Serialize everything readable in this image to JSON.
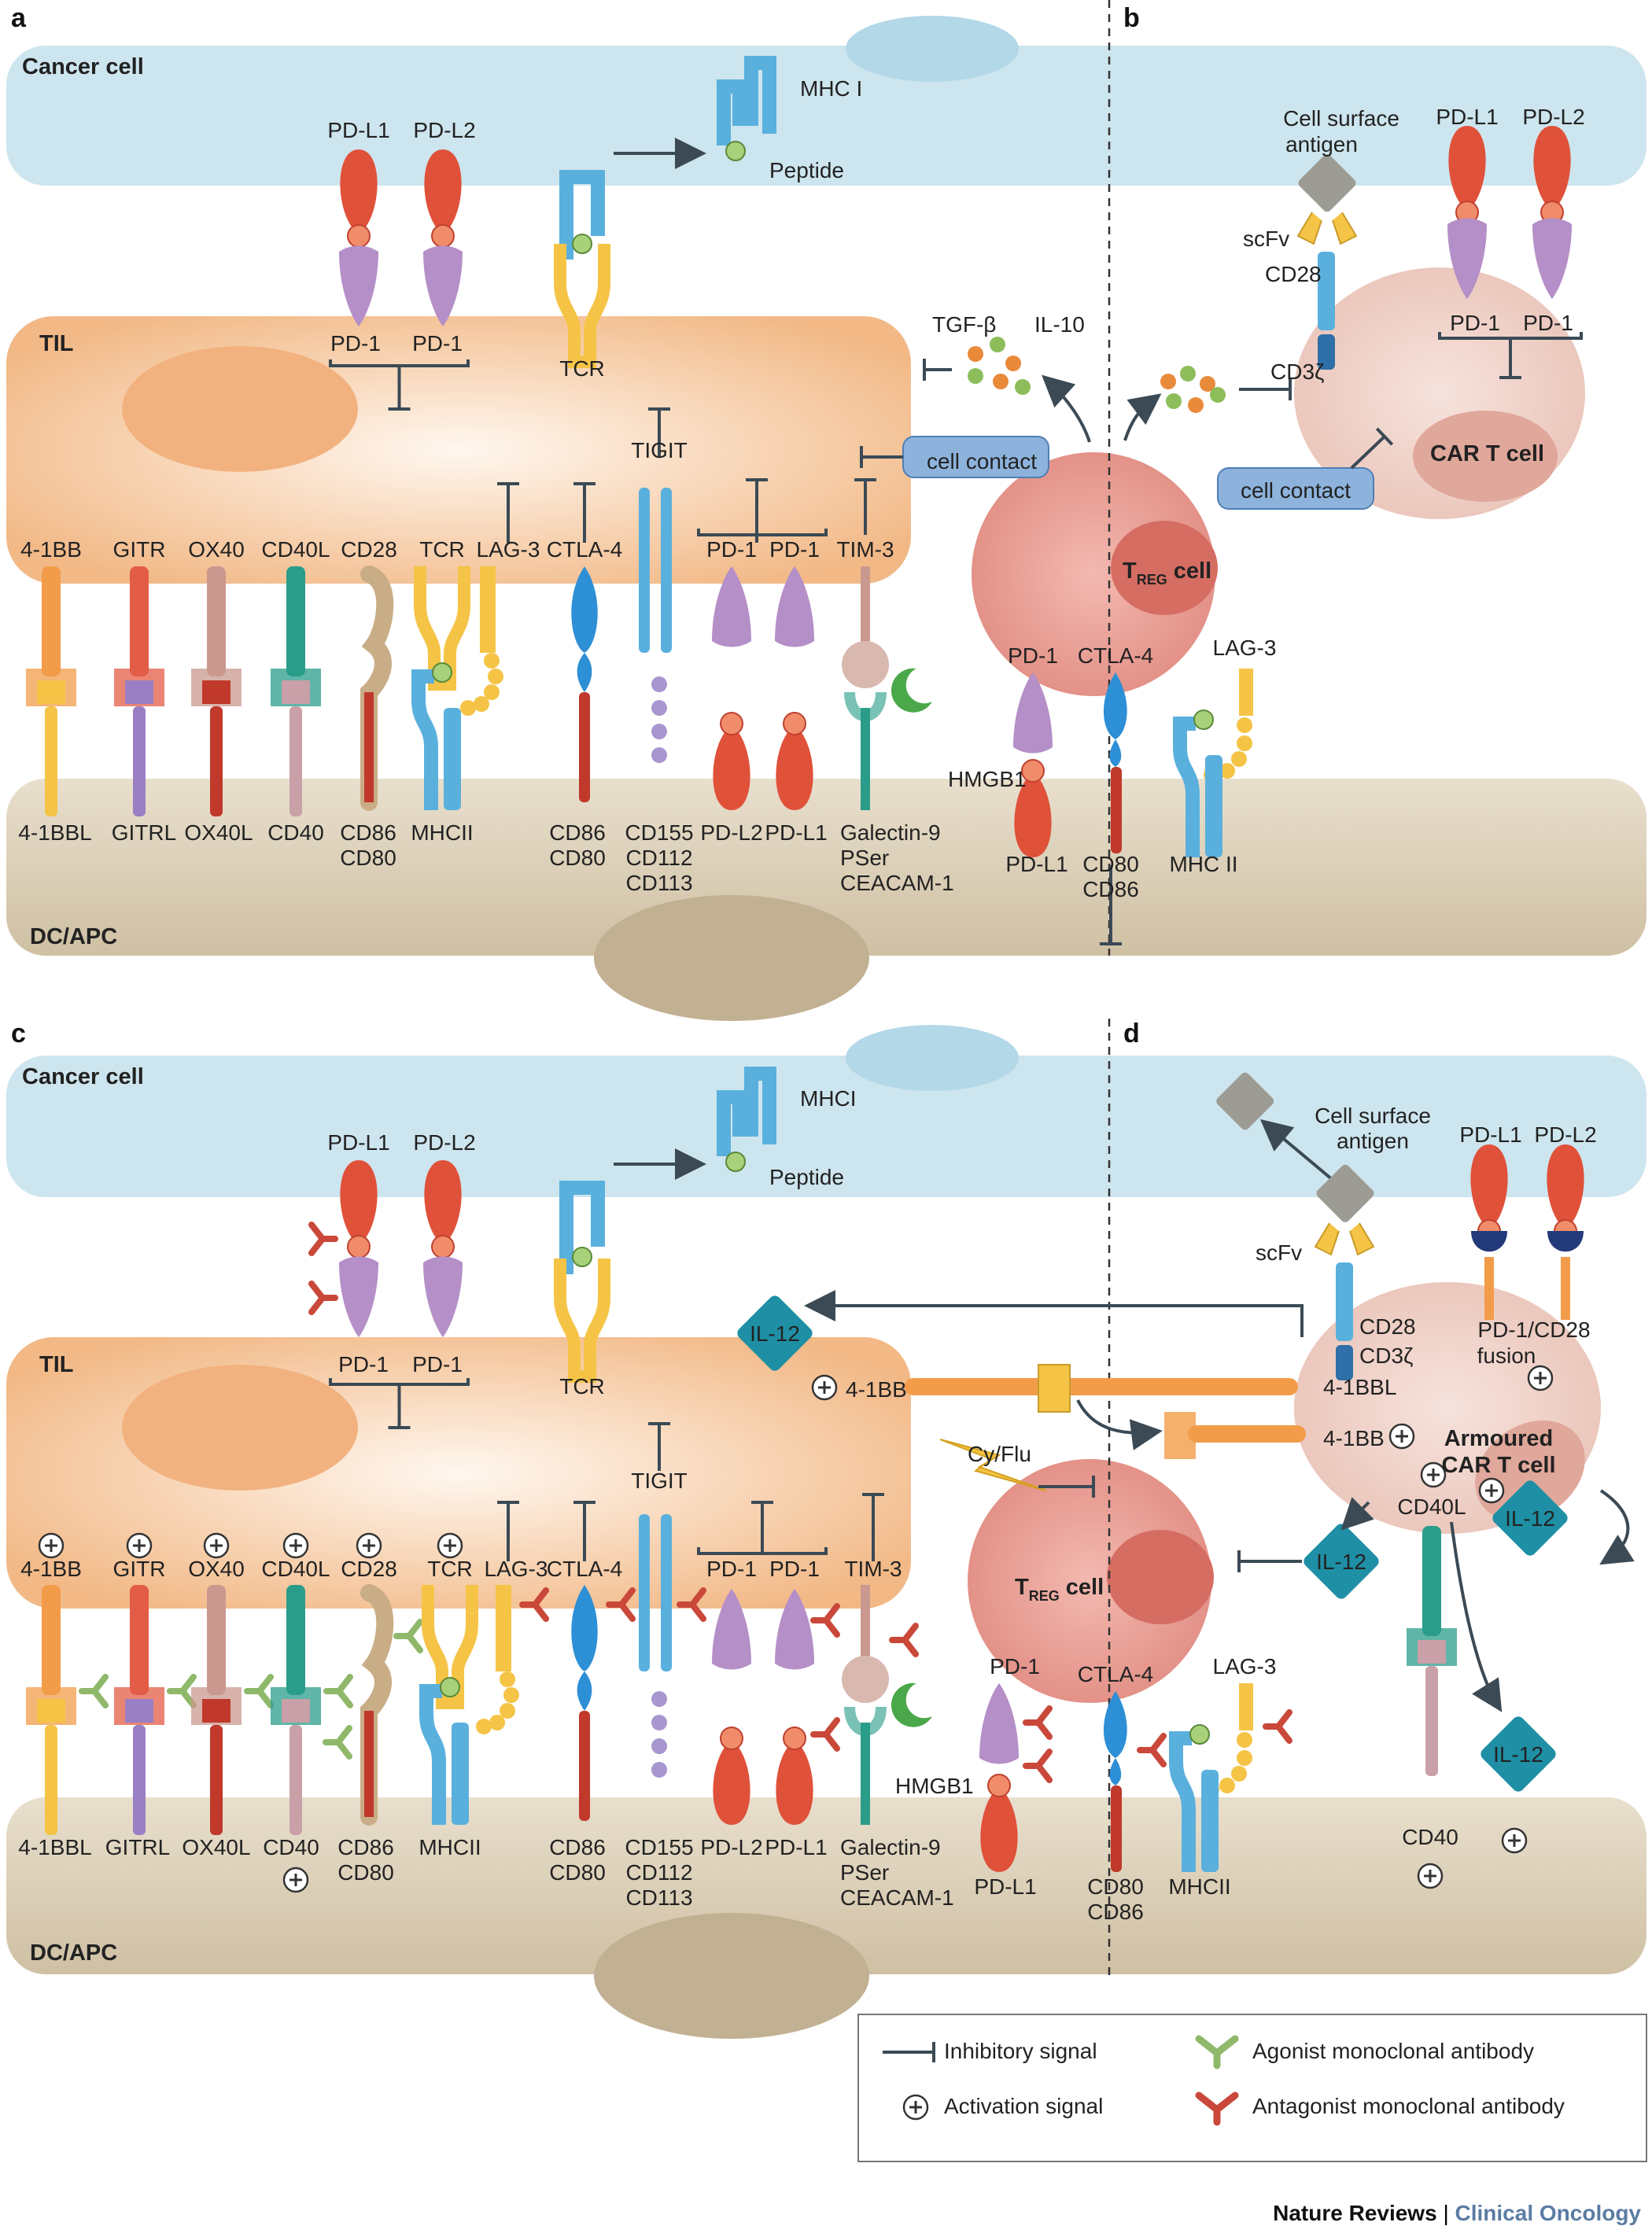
{
  "panels": {
    "a": "a",
    "b": "b",
    "c": "c",
    "d": "d"
  },
  "cells": {
    "cancer": "Cancer cell",
    "til": "TIL",
    "dc": "DC/APC",
    "treg_main": "T",
    "treg_sub": "REG",
    "treg_rest": " cell",
    "car": "CAR T cell",
    "armoured1": "Armoured",
    "armoured2": "CAR T cell"
  },
  "panel_a": {
    "pdl1": "PD-L1",
    "pdl2": "PD-L2",
    "mhc1": "MHC I",
    "peptide": "Peptide",
    "tcr": "TCR",
    "pd1a": "PD-1",
    "pd1b": "PD-1",
    "tgf": "TGF-β",
    "il10": "IL-10",
    "cellcontact": "cell contact",
    "top_labels": [
      "4-1BB",
      "GITR",
      "OX40",
      "CD40L",
      "CD28",
      "TCR",
      "LAG-3",
      "CTLA-4",
      "TIGIT",
      "PD-1",
      "PD-1",
      "TIM-3"
    ],
    "bottom_labels": [
      "4-1BBL",
      "GITRL",
      "OX40L",
      "CD40",
      "CD86",
      "CD80",
      "MHCII",
      "CD86",
      "CD80",
      "CD155",
      "CD112",
      "CD113",
      "PD-L2",
      "PD-L1",
      "Galectin-9",
      "PSer",
      "CEACAM-1"
    ],
    "hmgb1": "HMGB1",
    "treg_pd1": "PD-1",
    "treg_ctla4": "CTLA-4",
    "treg_lag3": "LAG-3",
    "treg_pdl1": "PD-L1",
    "treg_cd80": "CD80",
    "treg_cd86": "CD86",
    "treg_mhc": "MHC II"
  },
  "panel_b": {
    "antigen1": "Cell surface",
    "antigen2": "antigen",
    "scfv": "scFv",
    "cd28": "CD28",
    "cd3z": "CD3ζ",
    "pdl1": "PD-L1",
    "pdl2": "PD-L2",
    "pd1a": "PD-1",
    "pd1b": "PD-1",
    "cellcontact": "cell contact"
  },
  "panel_c": {
    "pdl1": "PD-L1",
    "pdl2": "PD-L2",
    "mhc1": "MHCI",
    "peptide": "Peptide",
    "tcr": "TCR",
    "pd1a": "PD-1",
    "pd1b": "PD-1",
    "il12": "IL-12",
    "bb": "4-1BB",
    "cyflu": "Cy/Flu",
    "top_labels": [
      "4-1BB",
      "GITR",
      "OX40",
      "CD40L",
      "CD28",
      "TCR",
      "LAG-3",
      "CTLA-4",
      "TIGIT",
      "PD-1",
      "PD-1",
      "TIM-3"
    ],
    "bottom_labels": [
      "4-1BBL",
      "GITRL",
      "OX40L",
      "CD40",
      "CD86",
      "CD80",
      "MHCII",
      "CD86",
      "CD80",
      "CD155",
      "CD112",
      "CD113",
      "PD-L2",
      "PD-L1",
      "Galectin-9",
      "PSer",
      "CEACAM-1"
    ],
    "hmgb1": "HMGB1",
    "treg_pd1": "PD-1",
    "treg_ctla4": "CTLA-4",
    "treg_lag3": "LAG-3",
    "treg_pdl1": "PD-L1",
    "treg_cd80": "CD80",
    "treg_cd86": "CD86",
    "treg_mhc": "MHCII"
  },
  "panel_d": {
    "antigen1": "Cell surface",
    "antigen2": "antigen",
    "scfv": "scFv",
    "cd28": "CD28",
    "cd3z": "CD3ζ",
    "pdl1": "PD-L1",
    "pdl2": "PD-L2",
    "fusion1": "PD-1/CD28",
    "fusion2": "fusion",
    "bbl": "4-1BBL",
    "bb": "4-1BB",
    "cd40l": "CD40L",
    "cd40": "CD40",
    "il12": "IL-12"
  },
  "legend": {
    "inhibitory": "Inhibitory signal",
    "activation": "Activation signal",
    "agonist": "Agonist monoclonal antibody",
    "antagonist": "Antagonist monoclonal antibody"
  },
  "credit": {
    "journal": "Nature Reviews",
    "sep": " | ",
    "section": "Clinical Oncology"
  },
  "colors": {
    "cancer": "#cfe6ee",
    "til": "#f6c79c",
    "dc": "#d9ccb4",
    "treg": "#e79a90",
    "pdl": "#e0513a",
    "pd1": "#b58fc8",
    "tcr": "#f5c446",
    "mhc": "#5ab0dd",
    "agonist": "#8fb86b",
    "antagonist": "#c9483a",
    "il12": "#1e8fa5"
  }
}
